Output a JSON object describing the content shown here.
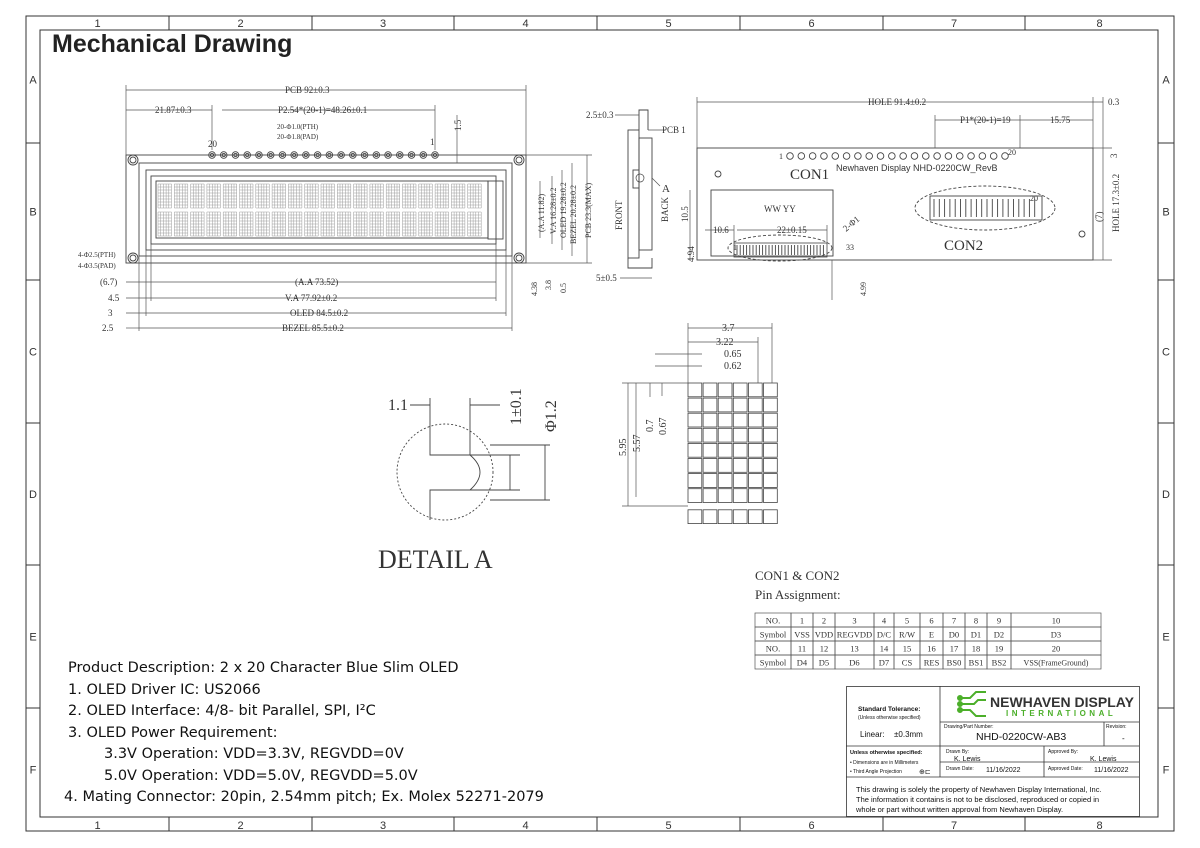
{
  "sheet": {
    "title": "Mechanical Drawing",
    "grid_columns": [
      "1",
      "2",
      "3",
      "4",
      "5",
      "6",
      "7",
      "8"
    ],
    "grid_rows": [
      "A",
      "B",
      "C",
      "D",
      "E",
      "F"
    ]
  },
  "front_view": {
    "pcb": "PCB 92±0.3",
    "offset": "21.87±0.3",
    "pitch": "P2.54*(20-1)=48.26±0.1",
    "pin20": "20",
    "pin1": "1",
    "pth": "20-Φ1.0(PTH)",
    "pad": "20-Φ1.8(PAD)",
    "dim_15": "1.5",
    "hole_pth": "4-Φ2.5(PTH)",
    "hole_pad": "4-Φ3.5(PAD)",
    "d67": "(6.7)",
    "aa_w": "(A.A 73.52)",
    "d45": "4.5",
    "va_w": "V.A 77.92±0.2",
    "d3": "3",
    "oled_w": "OLED 84.5±0.2",
    "d25": "2.5",
    "bezel_w": "BEZEL 85.5±0.2",
    "aa_h": "(A.A 11.82)",
    "va_h": "V.A 16.28±0.2",
    "oled_h": "OLED 19.28±0.2",
    "bezel_h": "BEZEL 20.28±0.2",
    "pcb_h": "PCB 23.3(MAX)",
    "d438": "4.38",
    "d38": "3.8",
    "d05": "0.5"
  },
  "side_view": {
    "d25": "2.5±0.3",
    "pcb1": "PCB 1",
    "front": "FRONT",
    "back": "BACK",
    "detail": "A",
    "d5": "5±0.5"
  },
  "back_view": {
    "hole": "HOLE 91.4±0.2",
    "d03": "0.3",
    "pitch": "P1*(20-1)=19",
    "d1575": "15.75",
    "d3": "3",
    "con1_pin1": "1",
    "con1_pin20": "20",
    "con1": "CON1",
    "label": "Newhaven Display NHD-0220CW_RevB",
    "wwyy": "WW YY",
    "d105": "10.5",
    "d106": "10.6",
    "d22": "22±0.15",
    "d2phi": "2-Φ1",
    "d494": "4.94",
    "con2_pin1": "1",
    "con2_pin33": "33",
    "con2_pin20": "20",
    "con2": "CON2",
    "d499": "4.99",
    "d7": "(7)",
    "hole_h": "HOLE 17.3±0.2"
  },
  "detail_a": {
    "d11": "1.1",
    "d1": "1±0.1",
    "phi": "Φ1.2",
    "caption": "DETAIL A"
  },
  "char_detail": {
    "d37": "3.7",
    "d322": "3.22",
    "d065": "0.65",
    "d062": "0.62",
    "d595": "5.95",
    "d557": "5.57",
    "d07": "0.7",
    "d067": "0.67"
  },
  "pin_table": {
    "title_line1": "CON1 & CON2",
    "title_line2": "Pin Assignment:",
    "rows": [
      [
        "NO.",
        "1",
        "2",
        "3",
        "4",
        "5",
        "6",
        "7",
        "8",
        "9",
        "10"
      ],
      [
        "Symbol",
        "VSS",
        "VDD",
        "REGVDD",
        "D/C",
        "R/W",
        "E",
        "D0",
        "D1",
        "D2",
        "D3"
      ],
      [
        "NO.",
        "11",
        "12",
        "13",
        "14",
        "15",
        "16",
        "17",
        "18",
        "19",
        "20"
      ],
      [
        "Symbol",
        "D4",
        "D5",
        "D6",
        "D7",
        "CS",
        "RES",
        "BS0",
        "BS1",
        "BS2",
        "VSS(FrameGround)"
      ]
    ]
  },
  "description": {
    "line0": "Product Description: 2 x 20 Character Blue Slim OLED",
    "line1": "1. OLED Driver IC: US2066",
    "line2": "2. OLED Interface: 4/8- bit Parallel, SPI, I²C",
    "line3": "3. OLED Power Requirement:",
    "line4": "3.3V Operation: VDD=3.3V, REGVDD=0V",
    "line5": "5.0V Operation: VDD=5.0V, REGVDD=5.0V",
    "line6": "4. Mating Connector: 20pin, 2.54mm pitch; Ex. Molex 52271-2079"
  },
  "title_block": {
    "tol_title": "Standard Tolerance:",
    "tol_sub": "(Unless otherwise specified)",
    "linear_label": "Linear:",
    "linear_value": "±0.3mm",
    "brand_top": "NEWHAVEN DISPLAY",
    "brand_bottom": "INTERNATIONAL",
    "part_label": "Drawing/Part Number:",
    "part_number": "NHD-0220CW-AB3",
    "rev_label": "Revision:",
    "rev_value": "-",
    "unless": "Unless otherwise specified:",
    "mm": "• Dimensions are in Millimeters",
    "third": "• Third Angle Projection",
    "drawn_by_label": "Drawn By:",
    "drawn_by": "K. Lewis",
    "approved_by_label": "Approved By:",
    "approved_by": "K. Lewis",
    "drawn_date_label": "Drawn Date:",
    "drawn_date": "11/16/2022",
    "approved_date_label": "Approved Date:",
    "approved_date": "11/16/2022",
    "notice1": "This drawing is solely the property of Newhaven Display International, Inc.",
    "notice2": "The information it contains is not to be disclosed, reproduced or copied in",
    "notice3": "whole or part without written approval from Newhaven Display."
  },
  "colors": {
    "line": "#333333",
    "brand_green": "#4caf2a",
    "dim": "#555555"
  }
}
